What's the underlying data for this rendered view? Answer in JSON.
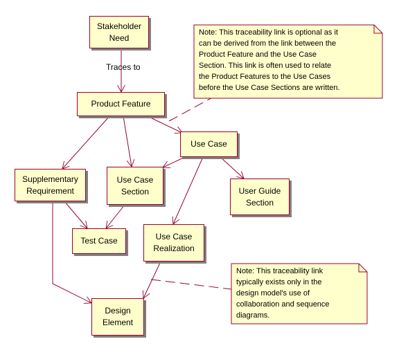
{
  "nodes": {
    "stakeholder_need": "Stakeholder\nNeed",
    "product_feature": "Product Feature",
    "use_case": "Use Case",
    "supplementary_requirement": "Supplementary\nRequirement",
    "use_case_section": "Use Case\nSection",
    "user_guide_section": "User Guide\nSection",
    "test_case": "Test Case",
    "use_case_realization": "Use Case\nRealization",
    "design_element": "Design\nElement"
  },
  "edge_labels": {
    "traces_to": "Traces to"
  },
  "notes": {
    "optional_link": "Note: This traceability link is optional as it\ncan be derived from the link between the\nProduct Feature and the Use Case\nSection. This link is often used to relate\nthe Product Features to the Use Cases\nbefore the Use Case Sections are written.",
    "design_link": "Note: This traceability link\ntypically exists only in the\ndesign model's use of\ncollaboration and sequence\ndiagrams."
  },
  "colors": {
    "box_fill": "#ffffcc",
    "box_border": "#990033",
    "arrow": "#990033",
    "shadow": "#808080"
  }
}
